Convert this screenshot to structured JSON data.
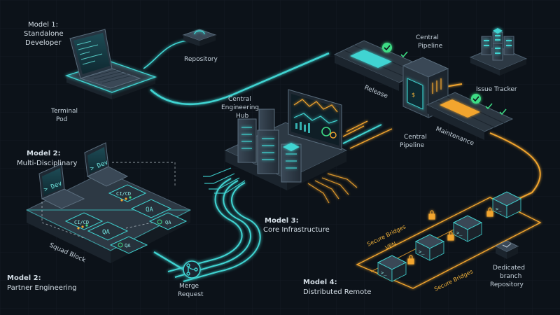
{
  "colors": {
    "background": "#0c1219",
    "teal": "#3fd4d2",
    "amber": "#f2a52e",
    "green": "#3ddc84",
    "slab": "#2d3944"
  },
  "labels": {
    "model1_line1": "Model 1:",
    "model1_line2": "Standalone",
    "model1_line3": "Developer",
    "terminal_pod_line1": "Terminal",
    "terminal_pod_line2": "Pod",
    "repository": "Repository",
    "release": "Release",
    "central_pipeline_top_line1": "Central",
    "central_pipeline_top_line2": "Pipeline",
    "central_pipeline_mid_line1": "Central",
    "central_pipeline_mid_line2": "Pipeline",
    "maintenance": "Maintenance",
    "issue_tracker": "Issue Tracker",
    "hub_line1": "Central",
    "hub_line2": "Engineering",
    "hub_line3": "Hub",
    "model2a_line1": "Model 2:",
    "model2a_line2": "Multi-Disciplinary",
    "squad_block": "Squad Block",
    "model2b_line1": "Model 2:",
    "model2b_line2": "Partner Engineering",
    "model3_line1": "Model 3:",
    "model3_line2": "Core Infrastructure",
    "merge_request_line1": "Merge",
    "merge_request_line2": "Request",
    "model4_line1": "Model 4:",
    "model4_line2": "Distributed Remote",
    "secure_bridges_top": "Secure Bridges",
    "vpn": "VPN",
    "secure_bridges_bottom": "Secure Bridges",
    "dedicated_line1": "Dedicated",
    "dedicated_line2": "branch",
    "dedicated_line3": "Repository"
  },
  "tiles": {
    "dev1": "> Dev",
    "dev2": "> Dev",
    "cicd1": "CI/CD",
    "cicd2": "CI/CD",
    "qa1": "QA",
    "qa2": "QA",
    "qa3": "QA",
    "qa4": "QA"
  },
  "icons": {
    "terminal_prompt": ">_",
    "pipeline_symbol": "$"
  }
}
